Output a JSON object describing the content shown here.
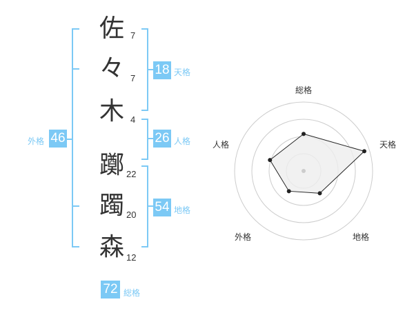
{
  "name": {
    "chars": [
      {
        "char": "佐",
        "strokes": "7"
      },
      {
        "char": "々",
        "strokes": "7"
      },
      {
        "char": "木",
        "strokes": "4"
      },
      {
        "char": "躑",
        "strokes": "22"
      },
      {
        "char": "躅",
        "strokes": "20"
      },
      {
        "char": "森",
        "strokes": "12"
      }
    ]
  },
  "kakusu": {
    "tenkaku": {
      "value": "18",
      "label": "天格"
    },
    "jinkaku": {
      "value": "26",
      "label": "人格"
    },
    "chikaku": {
      "value": "54",
      "label": "地格"
    },
    "gaikaku": {
      "value": "46",
      "label": "外格"
    },
    "soukaku": {
      "value": "72",
      "label": "総格"
    }
  },
  "colors": {
    "accent": "#7cc9f5",
    "text": "#333333",
    "grid": "#cccccc",
    "fill": "#eeeeee"
  },
  "radar": {
    "axes": [
      "総格",
      "天格",
      "地格",
      "外格",
      "人格"
    ],
    "levels": 4,
    "max": 4,
    "values": [
      2.15,
      3.7,
      1.6,
      1.45,
      2.05
    ]
  }
}
